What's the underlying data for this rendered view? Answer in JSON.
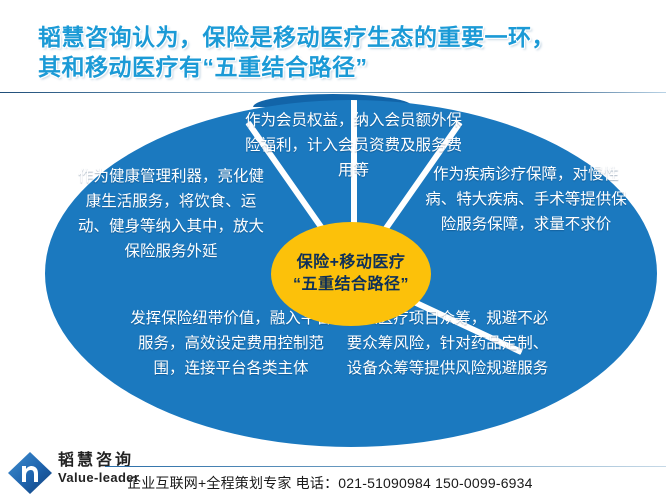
{
  "slide": {
    "title": {
      "line1": "韬慧咨询认为，保险是移动医疗生态的重要一环，",
      "line2": "其和移动医疗有“五重结合路径”"
    },
    "accent_color": "#1b9ad6",
    "wheel_color": "#1b79bf",
    "hub_color": "#fcc10a"
  },
  "diagram": {
    "hub": {
      "line1": "保险+移动医疗",
      "line2": "“五重结合路径”"
    },
    "segments": [
      {
        "id": "member-benefit",
        "position": "top",
        "text": "作为会员权益，纳入会员额外保险福利，计入会员资费及服务费用等"
      },
      {
        "id": "health-management",
        "position": "left",
        "text": "作为健康管理利器，亮化健康生活服务，将饮食、运动、健身等纳入其中，放大保险服务外延"
      },
      {
        "id": "disease-treatment",
        "position": "right",
        "text": "作为疾病诊疗保障，对慢性病、特大疾病、手术等提供保险服务保障，求量不求价"
      },
      {
        "id": "platform-link",
        "position": "bottom-left",
        "text": "发挥保险纽带价值，融入平台服务，高效设定费用控制范围，连接平台各类主体"
      },
      {
        "id": "crowdfunding-risk",
        "position": "bottom-right",
        "text": "融入医疗项目众筹，规避不必要众筹风险，针对药品定制、设备众筹等提供风险规避服务"
      }
    ]
  },
  "footer": {
    "logo_cn": "韬慧咨询",
    "logo_en": "Value-leader",
    "tagline": "企业互联网+全程策划专家  电话：021-51090984  150-0099-6934"
  }
}
